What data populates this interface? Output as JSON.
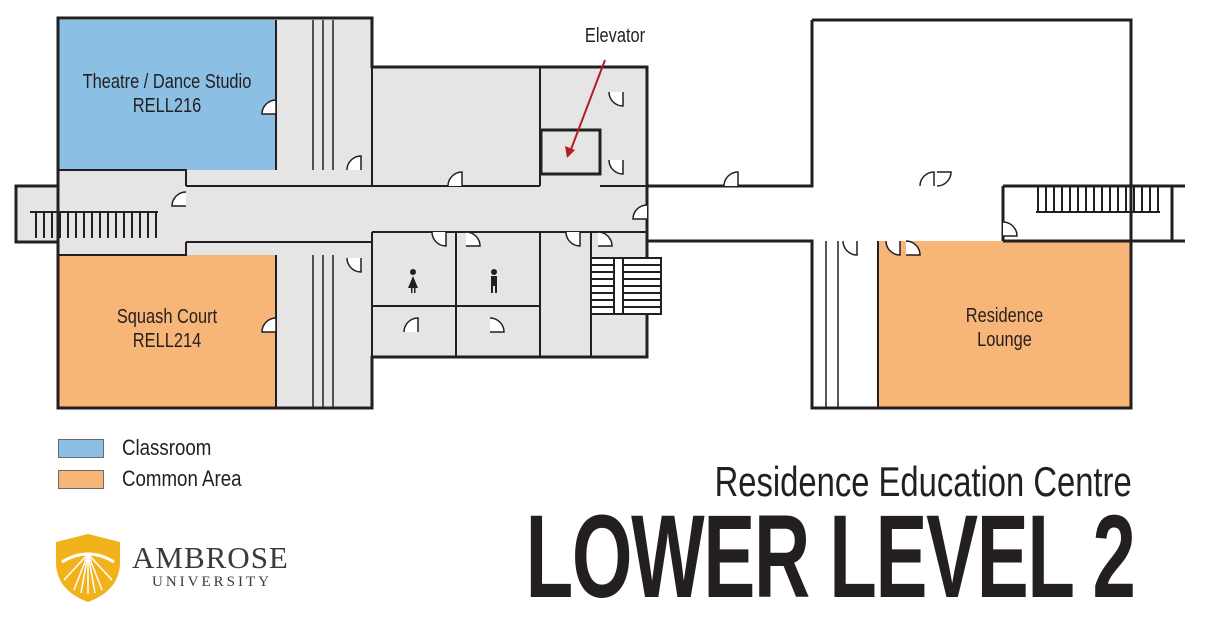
{
  "map": {
    "rooms": [
      {
        "id": "theatre",
        "name": "Theatre / Dance Studio",
        "code": "RELL216",
        "category": "classroom"
      },
      {
        "id": "squash",
        "name": "Squash Court",
        "code": "RELL214",
        "category": "common"
      },
      {
        "id": "lounge",
        "name": "Residence",
        "name2": "Lounge",
        "category": "common"
      }
    ],
    "elevator_label": "Elevator",
    "restroom_icons": [
      "woman-restroom-icon",
      "man-restroom-icon"
    ]
  },
  "legend": [
    {
      "label": "Classroom",
      "color": "#8bbfe3"
    },
    {
      "label": "Common Area",
      "color": "#f7b677"
    }
  ],
  "title": {
    "building": "Residence Education Centre",
    "level": "LOWER LEVEL 2"
  },
  "logo": {
    "name": "AMBROSE",
    "sub": "UNIVERSITY",
    "color": "#f2b21b"
  },
  "colors": {
    "corridor": "#e5e5e5",
    "wall": "#231f20",
    "arrow": "#b51d24"
  }
}
